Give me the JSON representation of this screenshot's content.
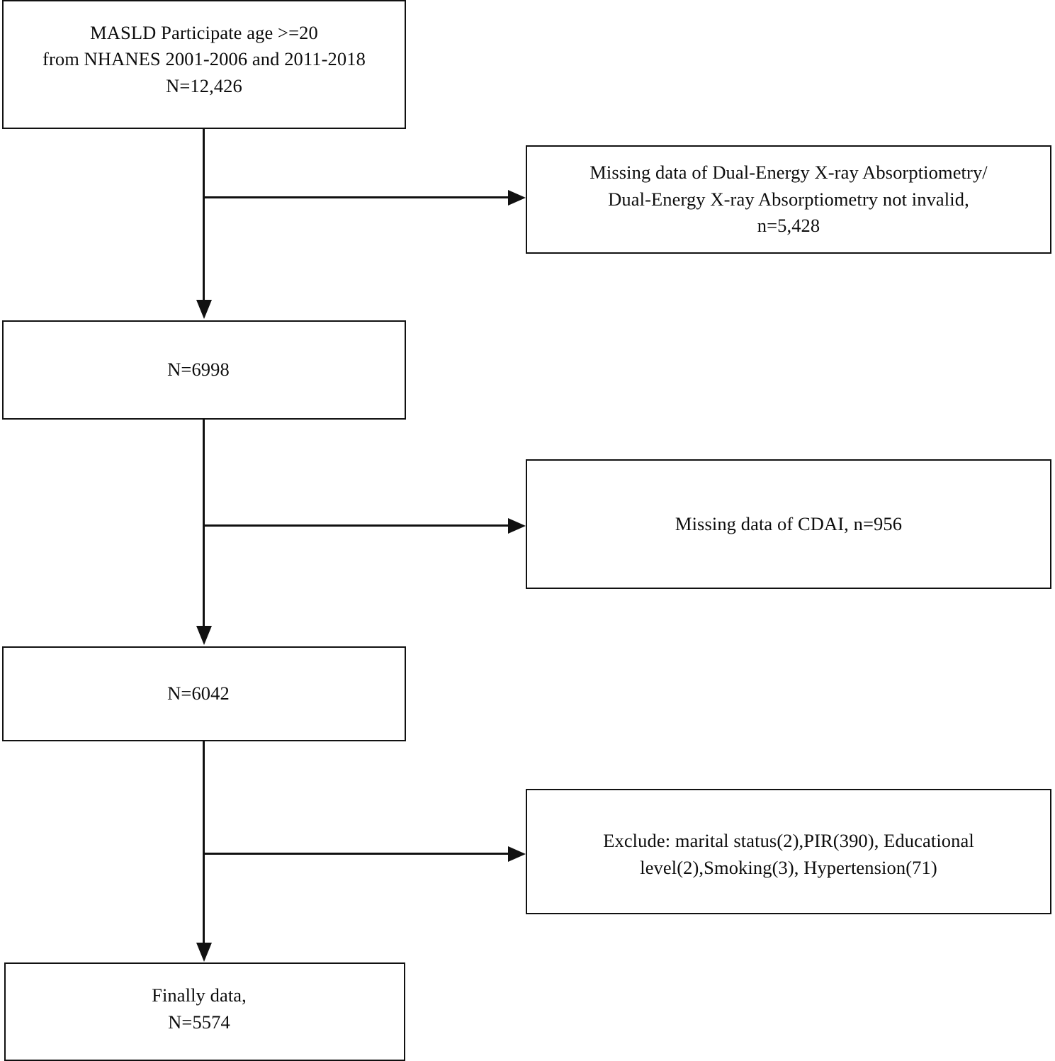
{
  "diagram": {
    "title": "MASLD participant selection flowchart",
    "type": "flowchart",
    "orientation": "top-to-bottom with right-side exclusion branches",
    "line_color": "#111111",
    "background_color": "#ffffff"
  },
  "cohort_boxes": [
    {
      "id": "cohort-initial",
      "text": "MASLD Participate age >=20\nfrom NHANES 2001-2006 and 2011-2018\nN=12,426"
    },
    {
      "id": "cohort-dxa",
      "text": "N=6998"
    },
    {
      "id": "cohort-cdai",
      "text": "N=6042"
    },
    {
      "id": "cohort-final",
      "text": "Finally data,\nN=5574"
    }
  ],
  "exclusion_boxes": [
    {
      "id": "excl-dxa",
      "text": "Missing data of Dual-Energy X-ray Absorptiometry/\nDual-Energy X-ray Absorptiometry not invalid,\nn=5,428"
    },
    {
      "id": "excl-cdai",
      "text": "Missing data of CDAI, n=956"
    },
    {
      "id": "excl-misc",
      "text": "Exclude: marital status(2),PIR(390), Educational\nlevel(2),Smoking(3), Hypertension(71)"
    }
  ],
  "connectors": [
    {
      "id": "trunk-1",
      "from": "cohort-initial",
      "to": "cohort-dxa",
      "arrowhead": "down"
    },
    {
      "id": "branch-1",
      "from": "trunk-1",
      "to": "excl-dxa",
      "arrowhead": "right"
    },
    {
      "id": "trunk-2",
      "from": "cohort-dxa",
      "to": "cohort-cdai",
      "arrowhead": "down"
    },
    {
      "id": "branch-2",
      "from": "trunk-2",
      "to": "excl-cdai",
      "arrowhead": "right"
    },
    {
      "id": "trunk-3",
      "from": "cohort-cdai",
      "to": "cohort-final",
      "arrowhead": "down"
    },
    {
      "id": "branch-3",
      "from": "trunk-3",
      "to": "excl-misc",
      "arrowhead": "right"
    }
  ]
}
